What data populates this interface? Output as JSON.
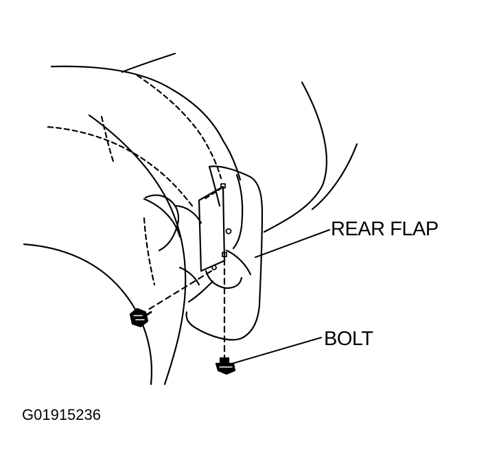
{
  "diagram": {
    "labels": {
      "rear_flap": "REAR FLAP",
      "bolt": "BOLT"
    },
    "figure_code": "G01915236",
    "stroke_color": "#000000",
    "background_color": "#ffffff"
  }
}
